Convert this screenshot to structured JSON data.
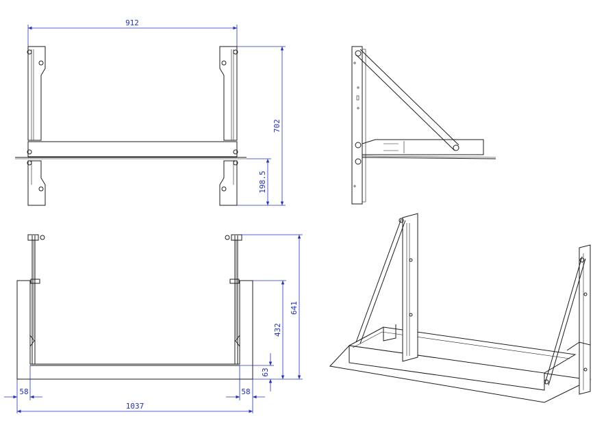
{
  "colors": {
    "dimension": "#1f2fc4",
    "part_line": "#1a1a1a",
    "background": "#ffffff"
  },
  "views": {
    "front": {
      "dim_width": "912",
      "dim_height": "702",
      "dim_lower": "198.5"
    },
    "side": {},
    "top": {
      "dim_depth_total": "641",
      "dim_depth_inner": "432",
      "dim_lip": "63",
      "dim_offset_left": "58",
      "dim_offset_right": "58",
      "dim_total_width": "1037"
    },
    "iso": {}
  }
}
